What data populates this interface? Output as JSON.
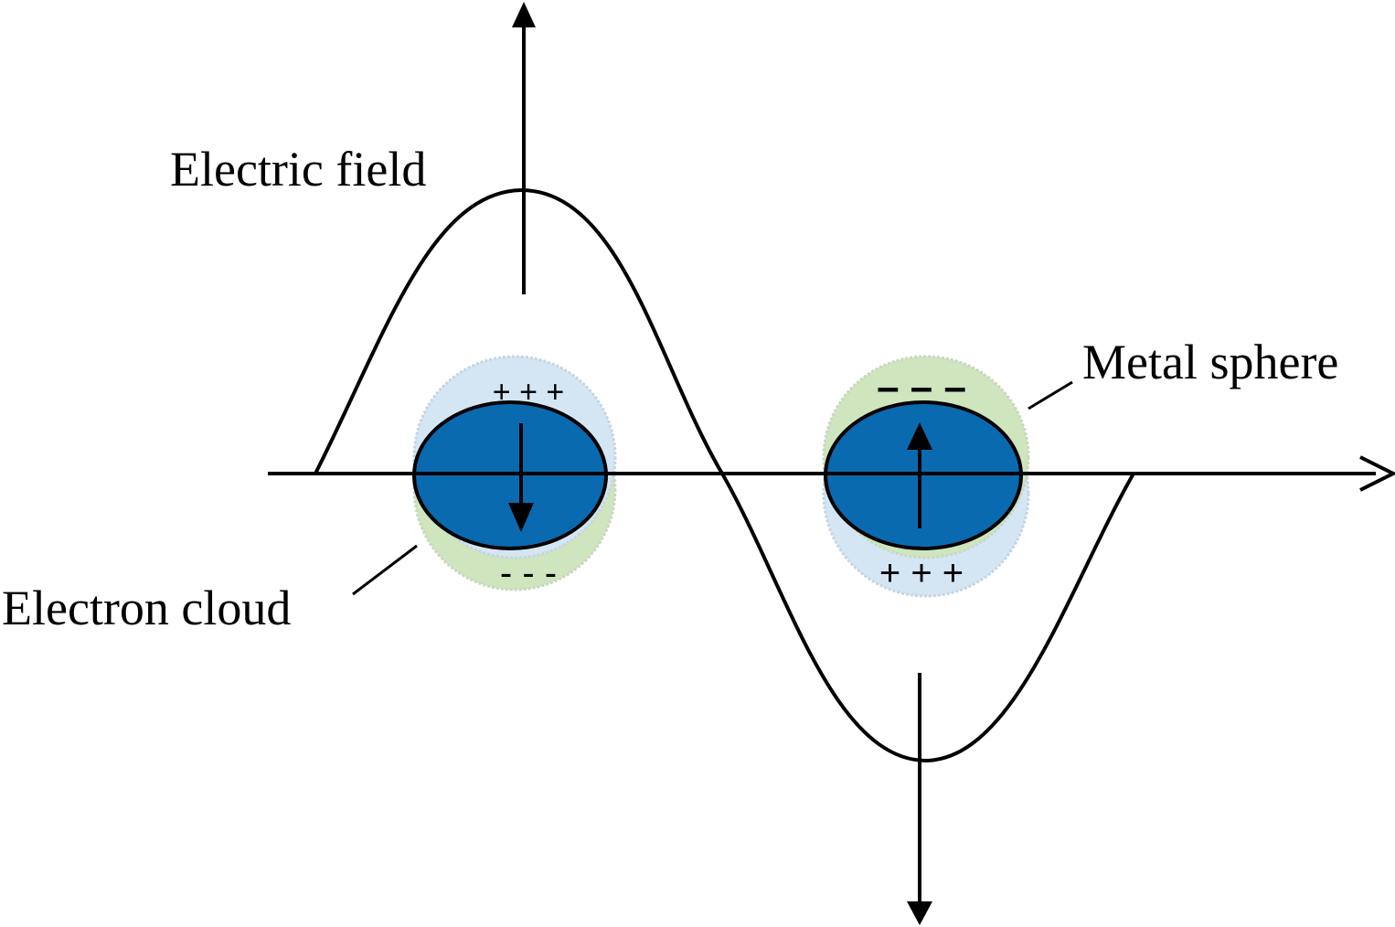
{
  "labels": {
    "electric_field": "Electric field",
    "metal_sphere": "Metal sphere",
    "electron_cloud": "Electron cloud"
  },
  "spheres": [
    {
      "name": "left",
      "top_charge": "+ + +",
      "bottom_charge": "- - -",
      "dipole_direction": "down"
    },
    {
      "name": "right",
      "top_charge": "– – –",
      "bottom_charge": "+ + +",
      "dipole_direction": "up"
    }
  ],
  "colors": {
    "metal_sphere": "#0a6ab0",
    "positive_region": "#d4e6f4",
    "negative_region": "#cfe5bd",
    "line": "#000000"
  }
}
